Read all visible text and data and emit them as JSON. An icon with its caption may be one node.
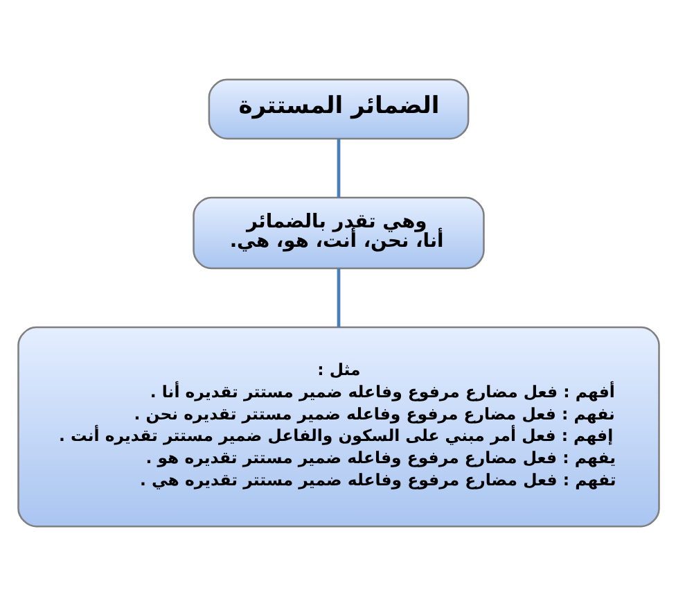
{
  "diagram": {
    "nodes": [
      {
        "text": [
          "الضمائر المستترة"
        ]
      },
      {
        "text": [
          "وهي تقدر بالضمائر أنا، نحن، أنت، هو، هي."
        ]
      },
      {
        "text": [
          "مثل :",
          "أفهم : فعل مضارع مرفوع وفاعله ضمير مستتر تقديره أنا .",
          "نفهم : فعل مضارع مرفوع وفاعله ضمير مستتر تقديره نحن .",
          "إفهم : فعل أمر مبني على السكون والفاعل ضمير مستتر تقديره أنت .",
          "يفهم : فعل مضارع مرفوع وفاعله ضمير مستتر تقديره هو .",
          "تفهم : فعل مضارع مرفوع وفاعله ضمير مستتر تقديره هي ."
        ]
      }
    ],
    "edges": [
      {
        "from": 0,
        "to": 1,
        "arrow": "none"
      },
      {
        "from": 1,
        "to": 2,
        "arrow": "none"
      }
    ]
  }
}
